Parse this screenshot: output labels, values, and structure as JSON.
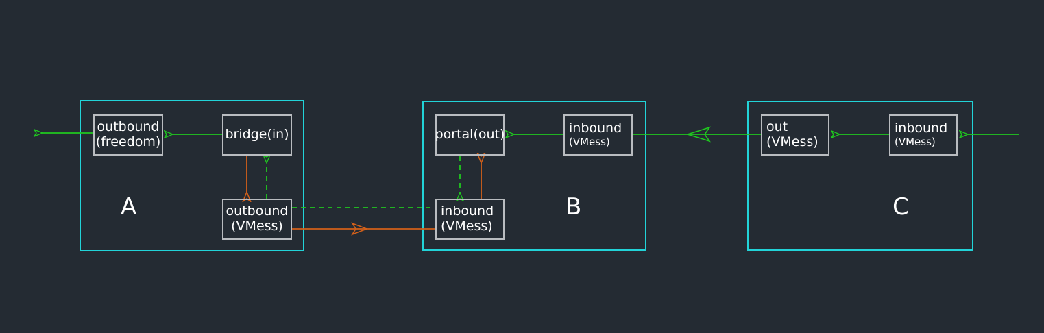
{
  "diagram": {
    "type": "network-topology",
    "background_color": "#242b33",
    "zone_border_color": "#22d3d8",
    "node_border_color": "#b9bcc0",
    "text_color": "#ffffff",
    "green_color": "#1fc81f",
    "orange_color": "#d2601a",
    "zones": [
      {
        "id": "A",
        "label": "A",
        "nodes": [
          {
            "id": "a-outbound-freedom",
            "line1": "outbound",
            "line2": "(freedom)"
          },
          {
            "id": "a-bridge-in",
            "line1": "bridge(in)",
            "line2": ""
          },
          {
            "id": "a-outbound-vmess",
            "line1": "outbound",
            "line2": "(VMess)"
          }
        ]
      },
      {
        "id": "B",
        "label": "B",
        "nodes": [
          {
            "id": "b-portal-out",
            "line1": "portal(out)",
            "line2": ""
          },
          {
            "id": "b-inbound-vmess-right",
            "line1": "inbound",
            "line2": "(VMess)"
          },
          {
            "id": "b-inbound-vmess",
            "line1": "inbound",
            "line2": "(VMess)"
          }
        ]
      },
      {
        "id": "C",
        "label": "C",
        "nodes": [
          {
            "id": "c-out-vmess",
            "line1": "out",
            "line2": "(VMess)"
          },
          {
            "id": "c-inbound-vmess",
            "line1": "inbound",
            "line2": "(VMess)"
          }
        ]
      }
    ],
    "edges": [
      {
        "id": "edge-external-out",
        "from": "a-outbound-freedom",
        "to": "external-left",
        "color": "#1fc81f",
        "style": "solid"
      },
      {
        "id": "edge-bridge-to-freedom",
        "from": "a-bridge-in",
        "to": "a-outbound-freedom",
        "color": "#1fc81f",
        "style": "solid"
      },
      {
        "id": "edge-bridge-to-outbound-vmess",
        "from": "a-bridge-in",
        "to": "a-outbound-vmess",
        "color": "#d2601a",
        "style": "solid"
      },
      {
        "id": "edge-outbound-vmess-to-bridge",
        "from": "a-outbound-vmess",
        "to": "a-bridge-in",
        "color": "#1fc81f",
        "style": "dashed"
      },
      {
        "id": "edge-a-vmess-to-b-vmess-dashed",
        "from": "a-outbound-vmess",
        "to": "b-inbound-vmess",
        "color": "#1fc81f",
        "style": "dashed"
      },
      {
        "id": "edge-a-vmess-to-b-vmess-solid",
        "from": "a-outbound-vmess",
        "to": "b-inbound-vmess",
        "color": "#d2601a",
        "style": "solid"
      },
      {
        "id": "edge-portal-to-inbound-dashed",
        "from": "b-portal-out",
        "to": "b-inbound-vmess",
        "color": "#1fc81f",
        "style": "dashed"
      },
      {
        "id": "edge-inbound-to-portal-solid",
        "from": "b-inbound-vmess",
        "to": "b-portal-out",
        "color": "#d2601a",
        "style": "solid"
      },
      {
        "id": "edge-b-inbound-right-to-portal",
        "from": "b-inbound-vmess-right",
        "to": "b-portal-out",
        "color": "#1fc81f",
        "style": "solid"
      },
      {
        "id": "edge-c-out-to-b-inbound",
        "from": "c-out-vmess",
        "to": "b-inbound-vmess-right",
        "color": "#1fc81f",
        "style": "solid"
      },
      {
        "id": "edge-c-inbound-to-c-out",
        "from": "c-inbound-vmess",
        "to": "c-out-vmess",
        "color": "#1fc81f",
        "style": "solid"
      },
      {
        "id": "edge-external-in",
        "from": "external-right",
        "to": "c-inbound-vmess",
        "color": "#1fc81f",
        "style": "solid"
      }
    ]
  }
}
